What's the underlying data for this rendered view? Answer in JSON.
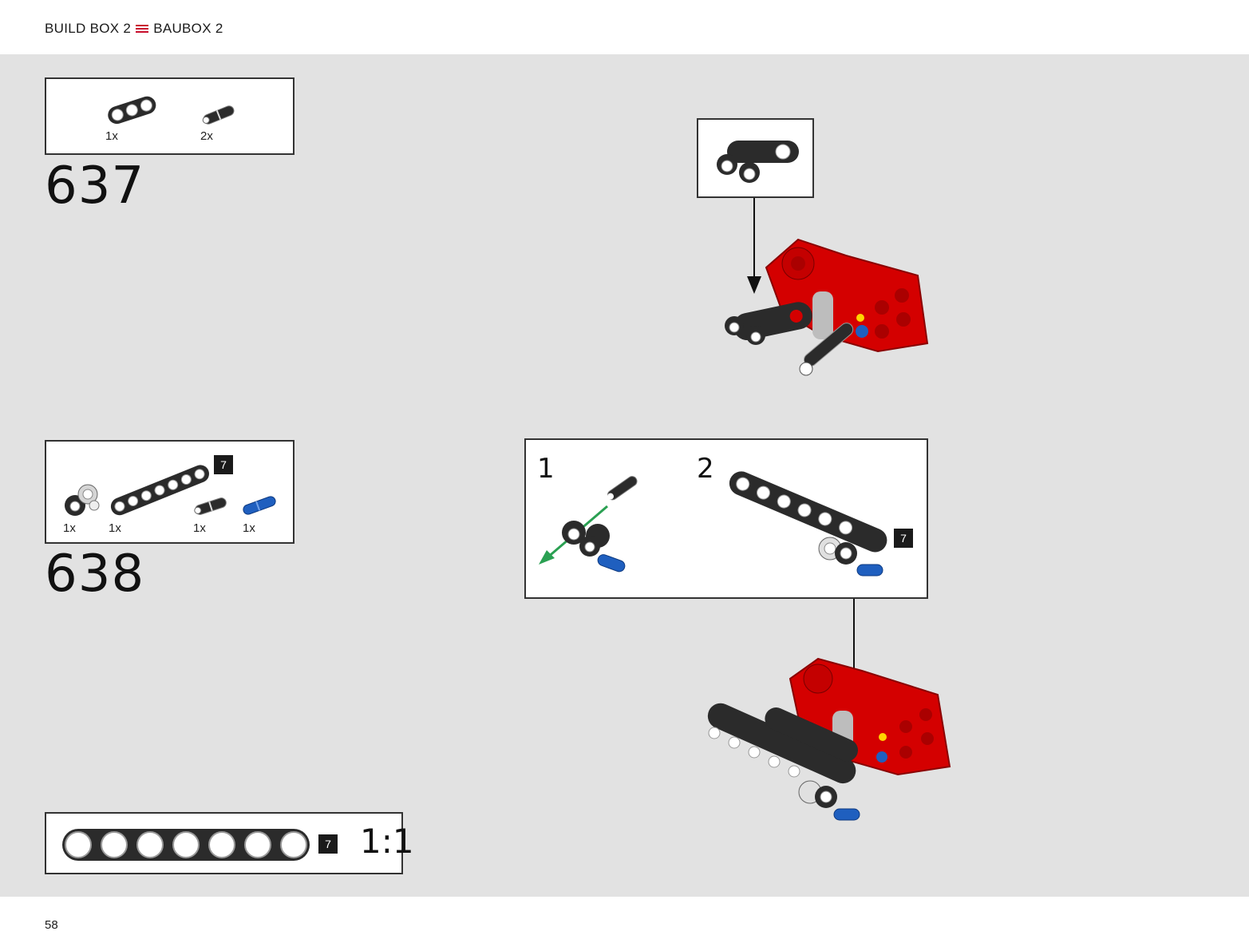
{
  "header": {
    "left_text": "BUILD BOX 2",
    "right_text": "BAUBOX 2",
    "separator_color": "#c8102e"
  },
  "page": {
    "number": "58"
  },
  "colors": {
    "background": "#e2e2e2",
    "red_part": "#d40000",
    "black_part": "#2b2b2b",
    "blue_pin": "#1f5fbf",
    "green_arrow": "#2aa052"
  },
  "steps": [
    {
      "number": "637",
      "parts": [
        {
          "icon": "beam-3-icon",
          "qty": "1x"
        },
        {
          "icon": "pin-icon",
          "qty": "2x"
        }
      ]
    },
    {
      "number": "638",
      "parts": [
        {
          "icon": "connector-icon",
          "qty": "1x"
        },
        {
          "icon": "beam-7-icon",
          "qty": "1x",
          "badge": "7"
        },
        {
          "icon": "pin-icon",
          "qty": "1x"
        },
        {
          "icon": "blue-pin-icon",
          "qty": "1x"
        }
      ],
      "sub_steps": [
        {
          "label": "1"
        },
        {
          "label": "2",
          "badge": "7"
        }
      ]
    }
  ],
  "ruler": {
    "badge": "7",
    "scale": "1:1"
  }
}
